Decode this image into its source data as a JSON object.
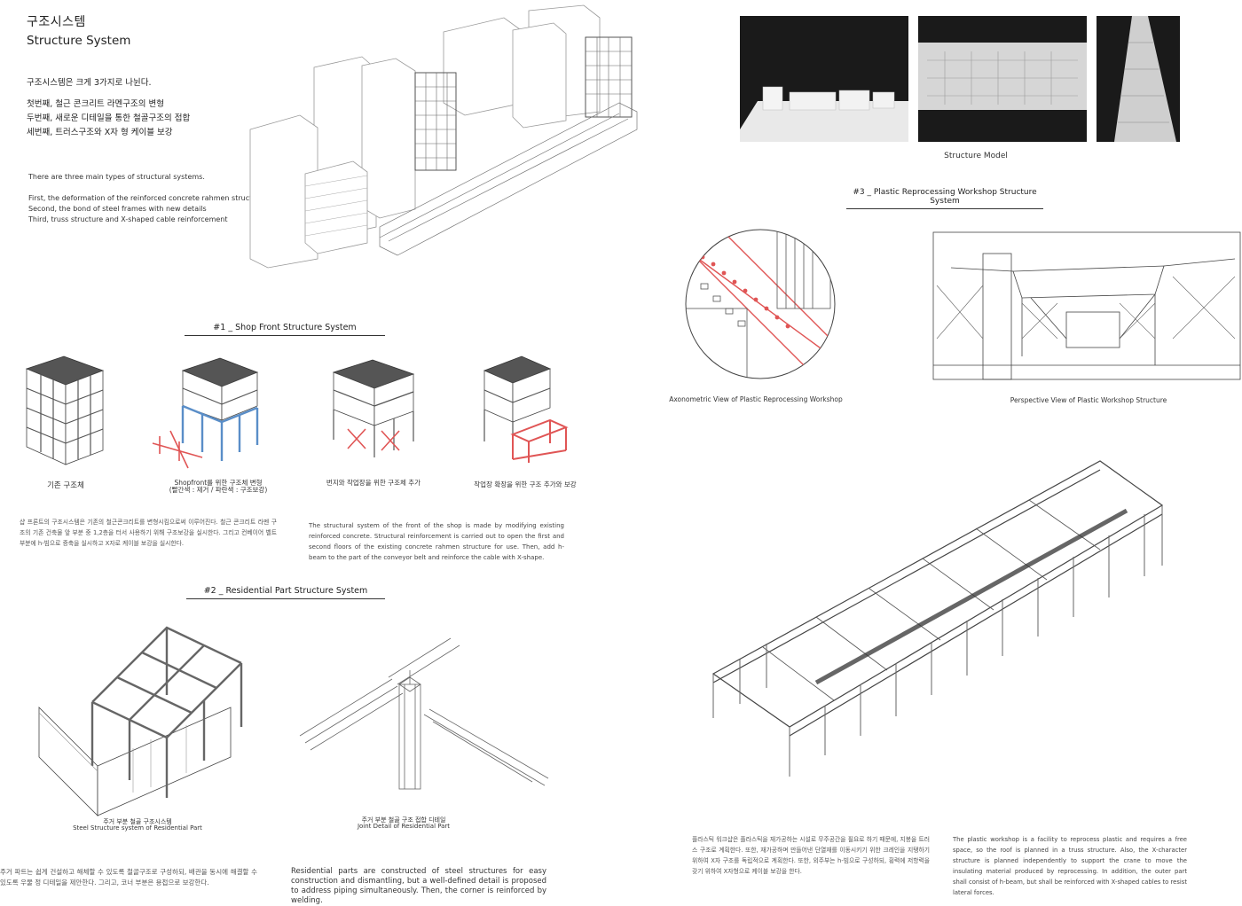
{
  "header": {
    "title_kr": "구조시스템",
    "title_en": "Structure System"
  },
  "intro": {
    "kr_lines": [
      "구조시스템은 크게 3가지로 나뉜다.",
      "첫번째, 철근 콘크리트 라멘구조의 변형",
      "두번째, 새로운 디테일을 통한 철골구조의 접합",
      "세번째, 트러스구조와 X자 형 케이블 보강"
    ],
    "en_lines": [
      "There are three main types of structural systems.",
      "First, the deformation of the reinforced concrete rahmen structure",
      "Second, the bond of steel frames with new details",
      "Third, truss structure and X-shaped cable reinforcement"
    ]
  },
  "section1": {
    "title": "#1 _ Shop Front Structure System",
    "captions": [
      "기존 구조체",
      "Shopfront를 위한 구조체 변형",
      "(빨간색 : 제거 / 파란색 : 구조보강)",
      "번지와 작업장을 위한 구조체 추가",
      "작업장 확장을 위한 구조 추가와 보강"
    ],
    "para_kr": "샵 프론트의 구조시스템은 기존의 철근콘크리트를 변형시킴으로써 이루어진다. 철근 콘크리트 라멘 구조의 기존 건축물 앞 부분 중 1,2층을 터서 사용하기 위해 구조보강을 실시한다. 그리고 컨베이어 벨트 부분에 h-빔으로 증축을 실시하고 X자로 케이블 보강을 실시한다.",
    "para_en": "The structural system of the front of the shop is made by modifying existing reinforced concrete. Structural reinforcement is carried out to open the first and second floors of the existing concrete rahmen structure for use. Then, add h-beam to the part of the conveyor belt and reinforce the cable with X-shape."
  },
  "section2": {
    "title": "#2 _ Residential Part Structure System",
    "caption1_kr": "주거 부분 철골 구조시스템",
    "caption1_en": "Steel Structure system of Residential Part",
    "caption2_kr": "주거 부분 철골 구조 접합 디테일",
    "caption2_en": "Joint Detail of Residential Part",
    "para_kr": "주거 파트는 쉽게 건설하고 해체할 수 있도록 철골구조로 구성하되, 배관을 동시에 해결할 수 있도록 우물 정 디테일을 제안한다. 그리고, 코너 부분은 용접으로 보강한다.",
    "para_en": "Residential parts are constructed of steel structures for easy construction and dismantling, but a well-defined detail is proposed to address piping simultaneously. Then, the corner is reinforced by welding."
  },
  "model": {
    "caption": "Structure Model"
  },
  "section3": {
    "title": "#3 _ Plastic Reprocessing Workshop Structure System",
    "axo_caption": "Axonometric View of Plastic Reprocessing Workshop",
    "persp_caption": "Perspective View of Plastic Workshop Structure",
    "para_kr": "플라스틱 워크샵은 플라스틱을 재가공하는 시설로 무주공간을 필요로 하기 때문에, 지붕을 트러스 구조로 계획한다. 또한, 재가공하며 만들어낸 단열재를 이동시키기 위한 크레인을 지탱하기 위하여 X자 구조를 독립적으로 계획한다. 또한, 외주부는 h-빔으로 구성하되, 횡력에 저항력을 갖기 위하여 X자형으로 케이블 보강을 한다.",
    "para_en": "The plastic workshop is a facility to reprocess plastic and requires a free space, so the roof is planned in a truss structure. Also, the X-character structure is planned independently to support the crane to move the insulating material produced by reprocessing. In addition, the outer part shall consist of h-beam, but shall be reinforced with X-shaped cables to resist lateral forces."
  },
  "colors": {
    "accent_red": "#e05555",
    "accent_blue": "#5a8ec8"
  }
}
